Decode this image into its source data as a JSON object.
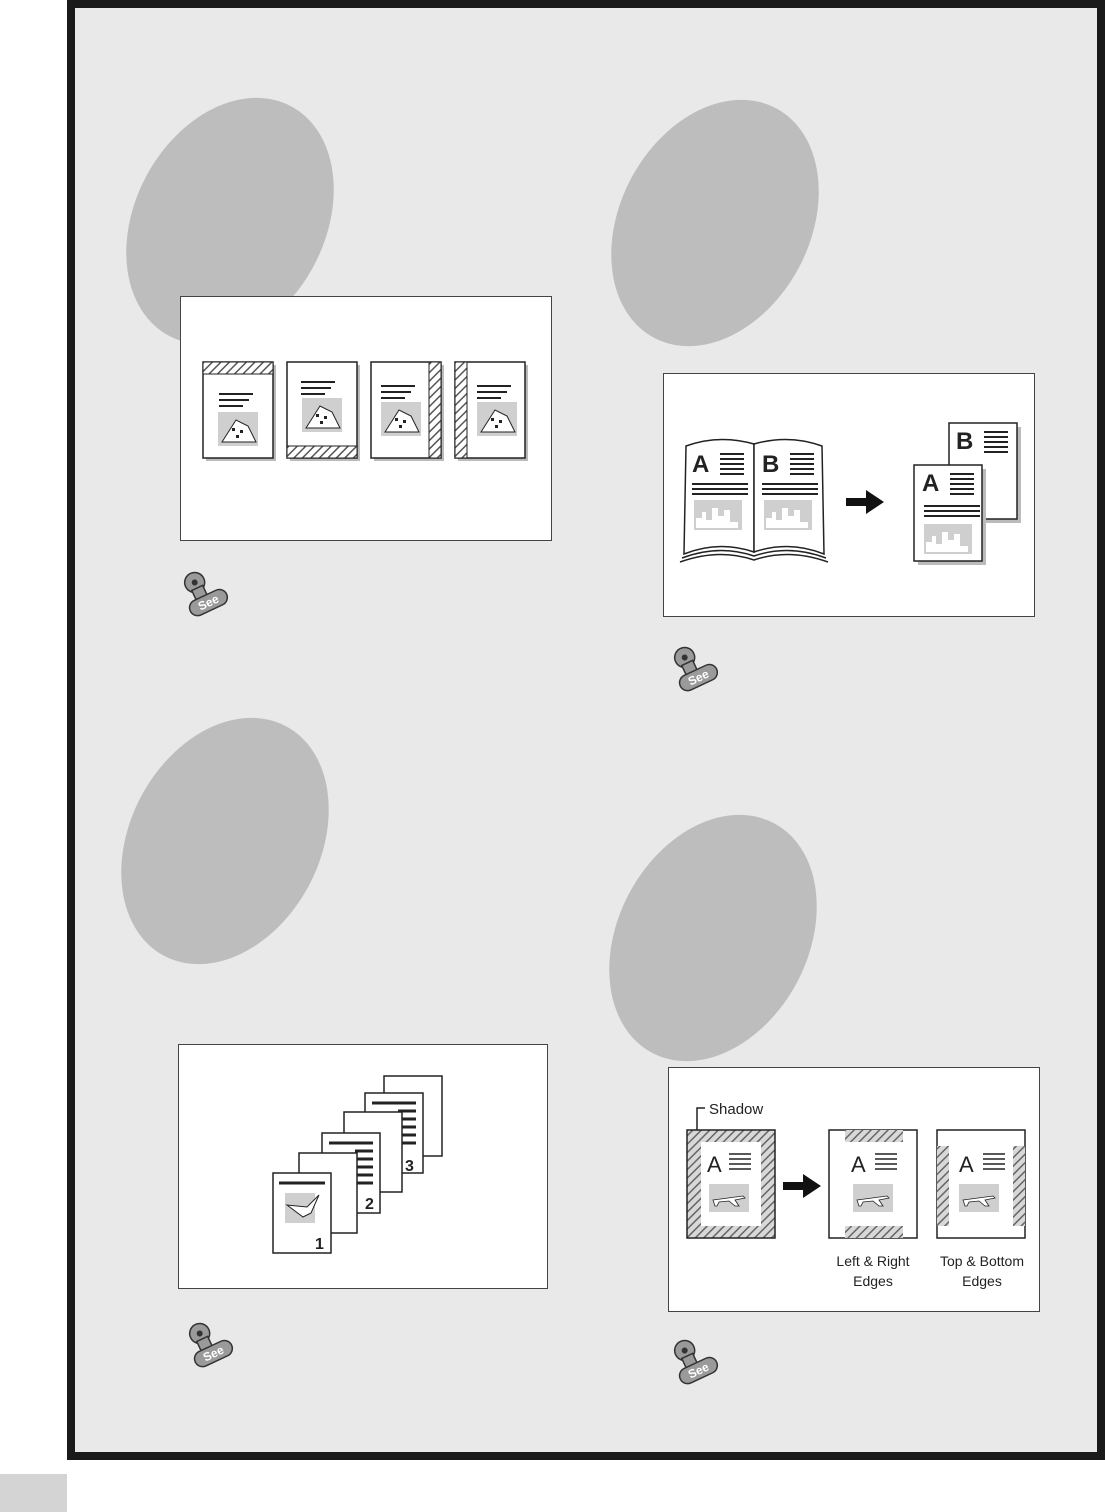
{
  "colors": {
    "frame": "#1a1a1a",
    "background": "#e9e9e9",
    "blob": "#bdbdbd",
    "panel": "#ffffff"
  },
  "sections": [
    {
      "id": "edge-erase",
      "see_icon": "see-reference-icon",
      "see_label": "See"
    },
    {
      "id": "book-copy",
      "see_icon": "see-reference-icon",
      "see_label": "See",
      "labels": {
        "page_a": "A",
        "page_b": "B"
      }
    },
    {
      "id": "sorting",
      "see_icon": "see-reference-icon",
      "see_label": "See",
      "labels": {
        "set_1": "1",
        "set_2": "2",
        "set_3": "3"
      }
    },
    {
      "id": "shadow-erase",
      "see_icon": "see-reference-icon",
      "see_label": "See",
      "labels": {
        "shadow": "Shadow",
        "page_a": "A",
        "left_right_line1": "Left & Right",
        "left_right_line2": "Edges",
        "top_bottom_line1": "Top & Bottom",
        "top_bottom_line2": "Edges"
      }
    }
  ]
}
